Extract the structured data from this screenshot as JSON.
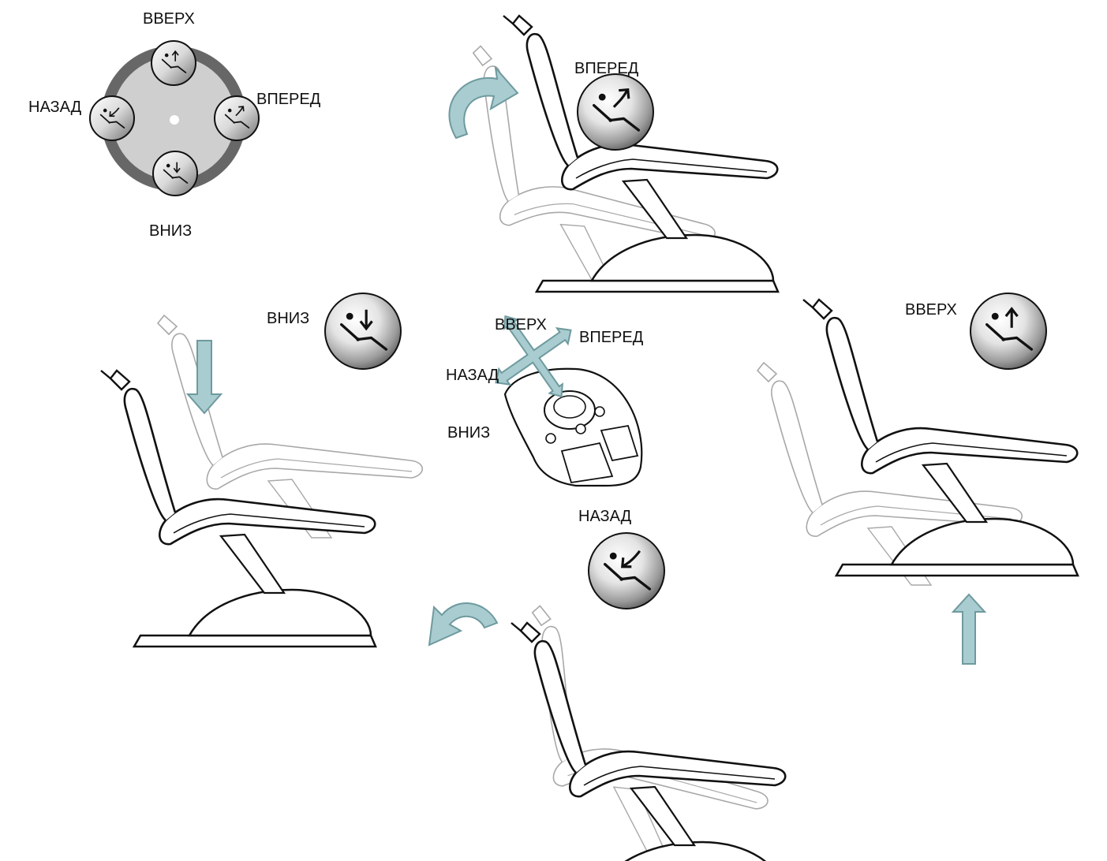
{
  "labels": {
    "up": "ВВЕРХ",
    "down": "ВНИЗ",
    "forward": "ВПЕРЕД",
    "back": "НАЗАД"
  },
  "colors": {
    "arrow_fill": "#a9ccd0",
    "arrow_stroke": "#6e9a9e",
    "control_ring": "#676767",
    "control_disc": "#cfcfcf",
    "line": "#111111",
    "ghost_line": "#a8a8a8"
  },
  "icons": {
    "up": "recline-up-icon",
    "down": "recline-down-icon",
    "forward": "recline-forward-icon",
    "back": "recline-back-icon"
  }
}
